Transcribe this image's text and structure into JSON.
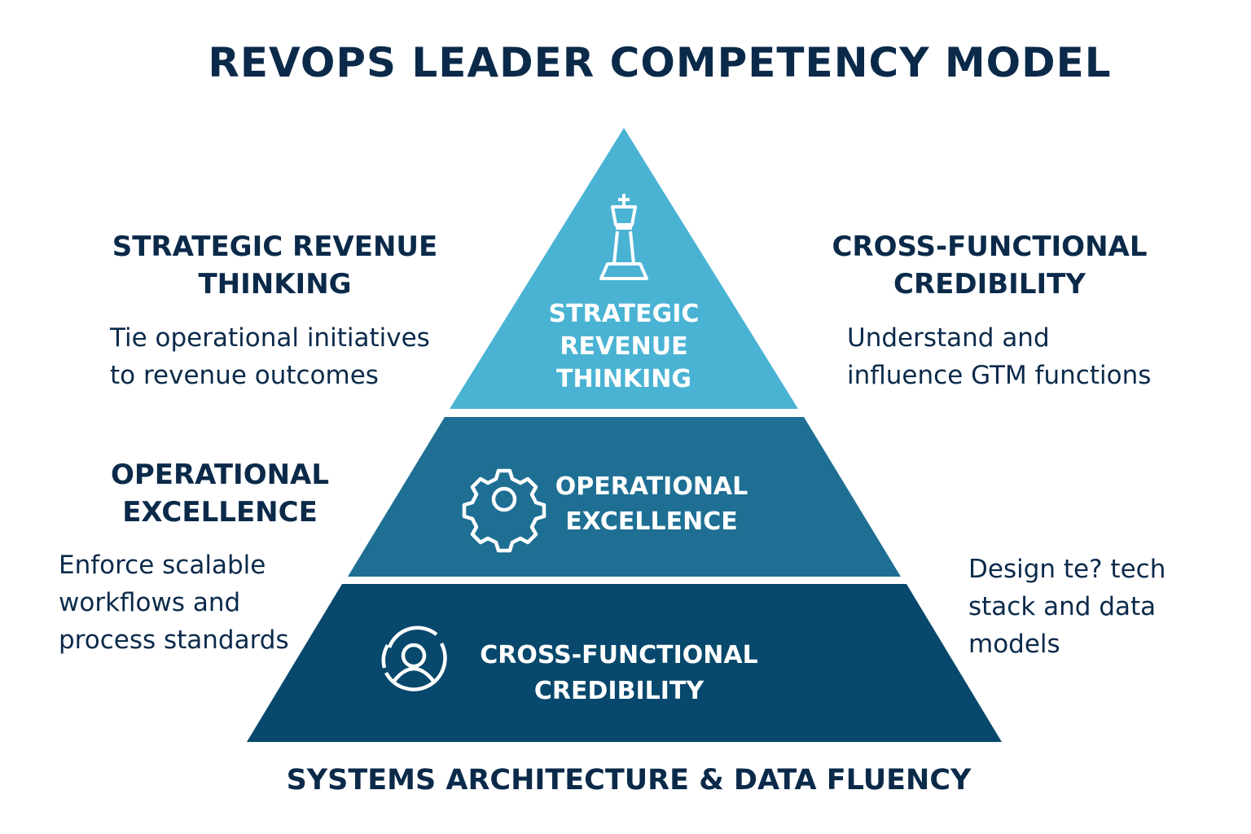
{
  "title": "REVOPS LEADER COMPETENCY MODEL",
  "colors": {
    "top": "#4ab3d4",
    "middle": "#1e6f93",
    "bottom": "#07486c",
    "text": "#0b2a4a"
  },
  "pyramid": {
    "top": {
      "label_lines": [
        "STRATEGIC",
        "REVENUE",
        "THINKING"
      ],
      "icon": "chess-king-icon"
    },
    "middle": {
      "label_lines": [
        "OPERATIONAL",
        "EXCELLENCE"
      ],
      "icon": "gear-icon"
    },
    "bottom": {
      "label_lines": [
        "CROSS-FUNCTIONAL",
        "CREDIBILITY"
      ],
      "icon": "user-circle-icon"
    }
  },
  "callouts": {
    "strategic": {
      "heading_lines": [
        "STRATEGIC REVENUE",
        "THINKING"
      ],
      "desc_lines": [
        "Tie operational initiatives",
        "to revenue outcomes"
      ]
    },
    "cross": {
      "heading_lines": [
        "CROSS-FUNCTIONAL",
        "CREDIBILITY"
      ],
      "desc_lines": [
        "Understand and",
        "influence GTM functions"
      ]
    },
    "operational": {
      "heading_lines": [
        "OPERATIONAL",
        "EXCELLENCE"
      ],
      "desc_lines": [
        "Enforce scalable",
        "workflows and",
        "process standards"
      ]
    },
    "systems": {
      "desc_lines": [
        "Design te? tech",
        "stack and data",
        "models"
      ]
    }
  },
  "footer": "SYSTEMS ARCHITECTURE & DATA FLUENCY"
}
